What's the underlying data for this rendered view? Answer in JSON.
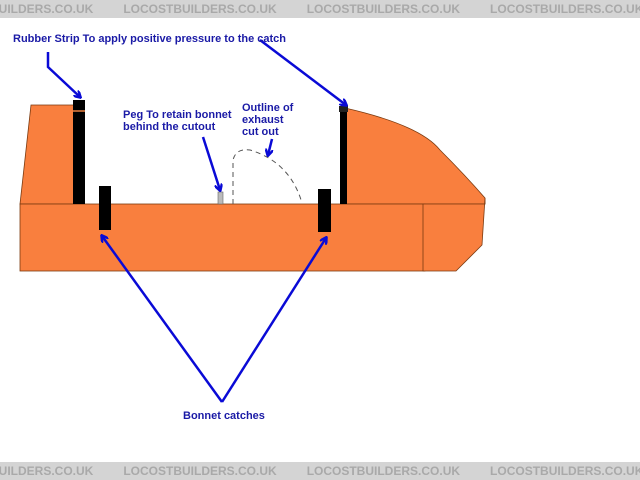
{
  "watermark": {
    "text": "LOCOSTBUILDERS.CO.UK"
  },
  "labels": {
    "rubber_strip": "Rubber Strip To apply positive pressure to the catch",
    "peg_line1": "Peg To retain bonnet",
    "peg_line2": "behind the cutout",
    "exhaust_line1": "Outline of",
    "exhaust_line2": "exhaust",
    "exhaust_line3": "cut out",
    "bonnet_catches": "Bonnet catches"
  },
  "colors": {
    "body": "#f97f3e",
    "arrow": "#0a0ad6",
    "label": "#1a1aa6",
    "strip": "#000000"
  }
}
